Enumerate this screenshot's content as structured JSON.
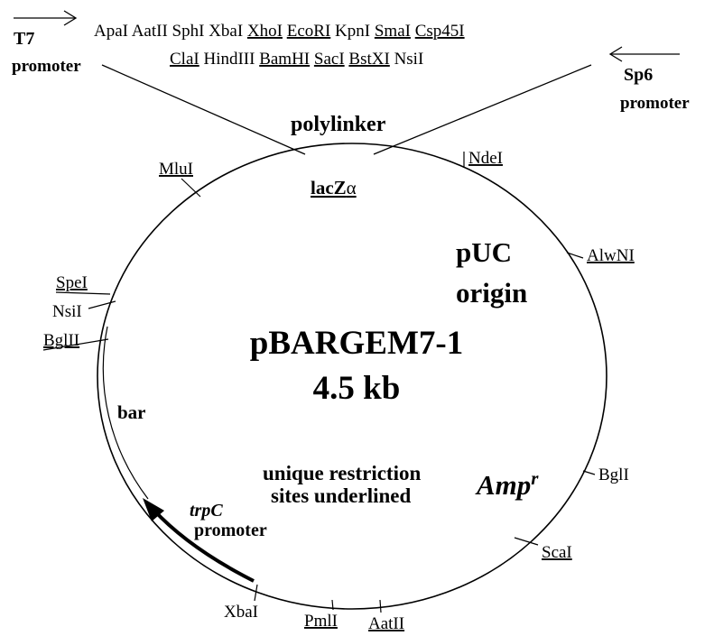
{
  "polylinker_sites": {
    "row1": [
      {
        "name": "ApaI",
        "unique": false
      },
      {
        "name": "AatII",
        "unique": false
      },
      {
        "name": "SphI",
        "unique": false
      },
      {
        "name": "XbaI",
        "unique": false
      },
      {
        "name": "XhoI",
        "unique": true
      },
      {
        "name": "EcoRI",
        "unique": true
      },
      {
        "name": "KpnI",
        "unique": false
      },
      {
        "name": "SmaI",
        "unique": true
      },
      {
        "name": "Csp45I",
        "unique": true
      }
    ],
    "row2": [
      {
        "name": "ClaI",
        "unique": true
      },
      {
        "name": "HindIII",
        "unique": false
      },
      {
        "name": "BamHI",
        "unique": true
      },
      {
        "name": "SacI",
        "unique": true
      },
      {
        "name": "BstXI",
        "unique": true
      },
      {
        "name": "NsiI",
        "unique": false
      }
    ]
  },
  "promoters": {
    "t7_top": "T7",
    "t7_bottom": "promoter",
    "sp6_top": "Sp6",
    "sp6_bottom": "promoter"
  },
  "labels": {
    "polylinker": "polylinker",
    "lacz_prefix": "lacZ",
    "lacz_alpha": "α",
    "puc_line1": "pUC",
    "puc_line2": "origin",
    "plasmid_name": "pBARGEM7-1",
    "plasmid_size": "4.5  kb",
    "bar": "bar",
    "amp_base": "Amp",
    "amp_sup": "r",
    "trpc_name": "trpC",
    "trpc_word": "promoter",
    "legend_line1": "unique restriction",
    "legend_line2": "sites underlined"
  },
  "circle_sites": [
    {
      "name": "MluI",
      "unique": true
    },
    {
      "name": "NdeI",
      "unique": true
    },
    {
      "name": "AlwNI",
      "unique": true
    },
    {
      "name": "SpeI",
      "unique": true
    },
    {
      "name": "NsiI",
      "unique": false
    },
    {
      "name": "BglII",
      "unique": true
    },
    {
      "name": "BglI",
      "unique": false
    },
    {
      "name": "ScaI",
      "unique": true
    },
    {
      "name": "XbaI",
      "unique": false
    },
    {
      "name": "PmlI",
      "unique": true
    },
    {
      "name": "AatII",
      "unique": true
    }
  ]
}
